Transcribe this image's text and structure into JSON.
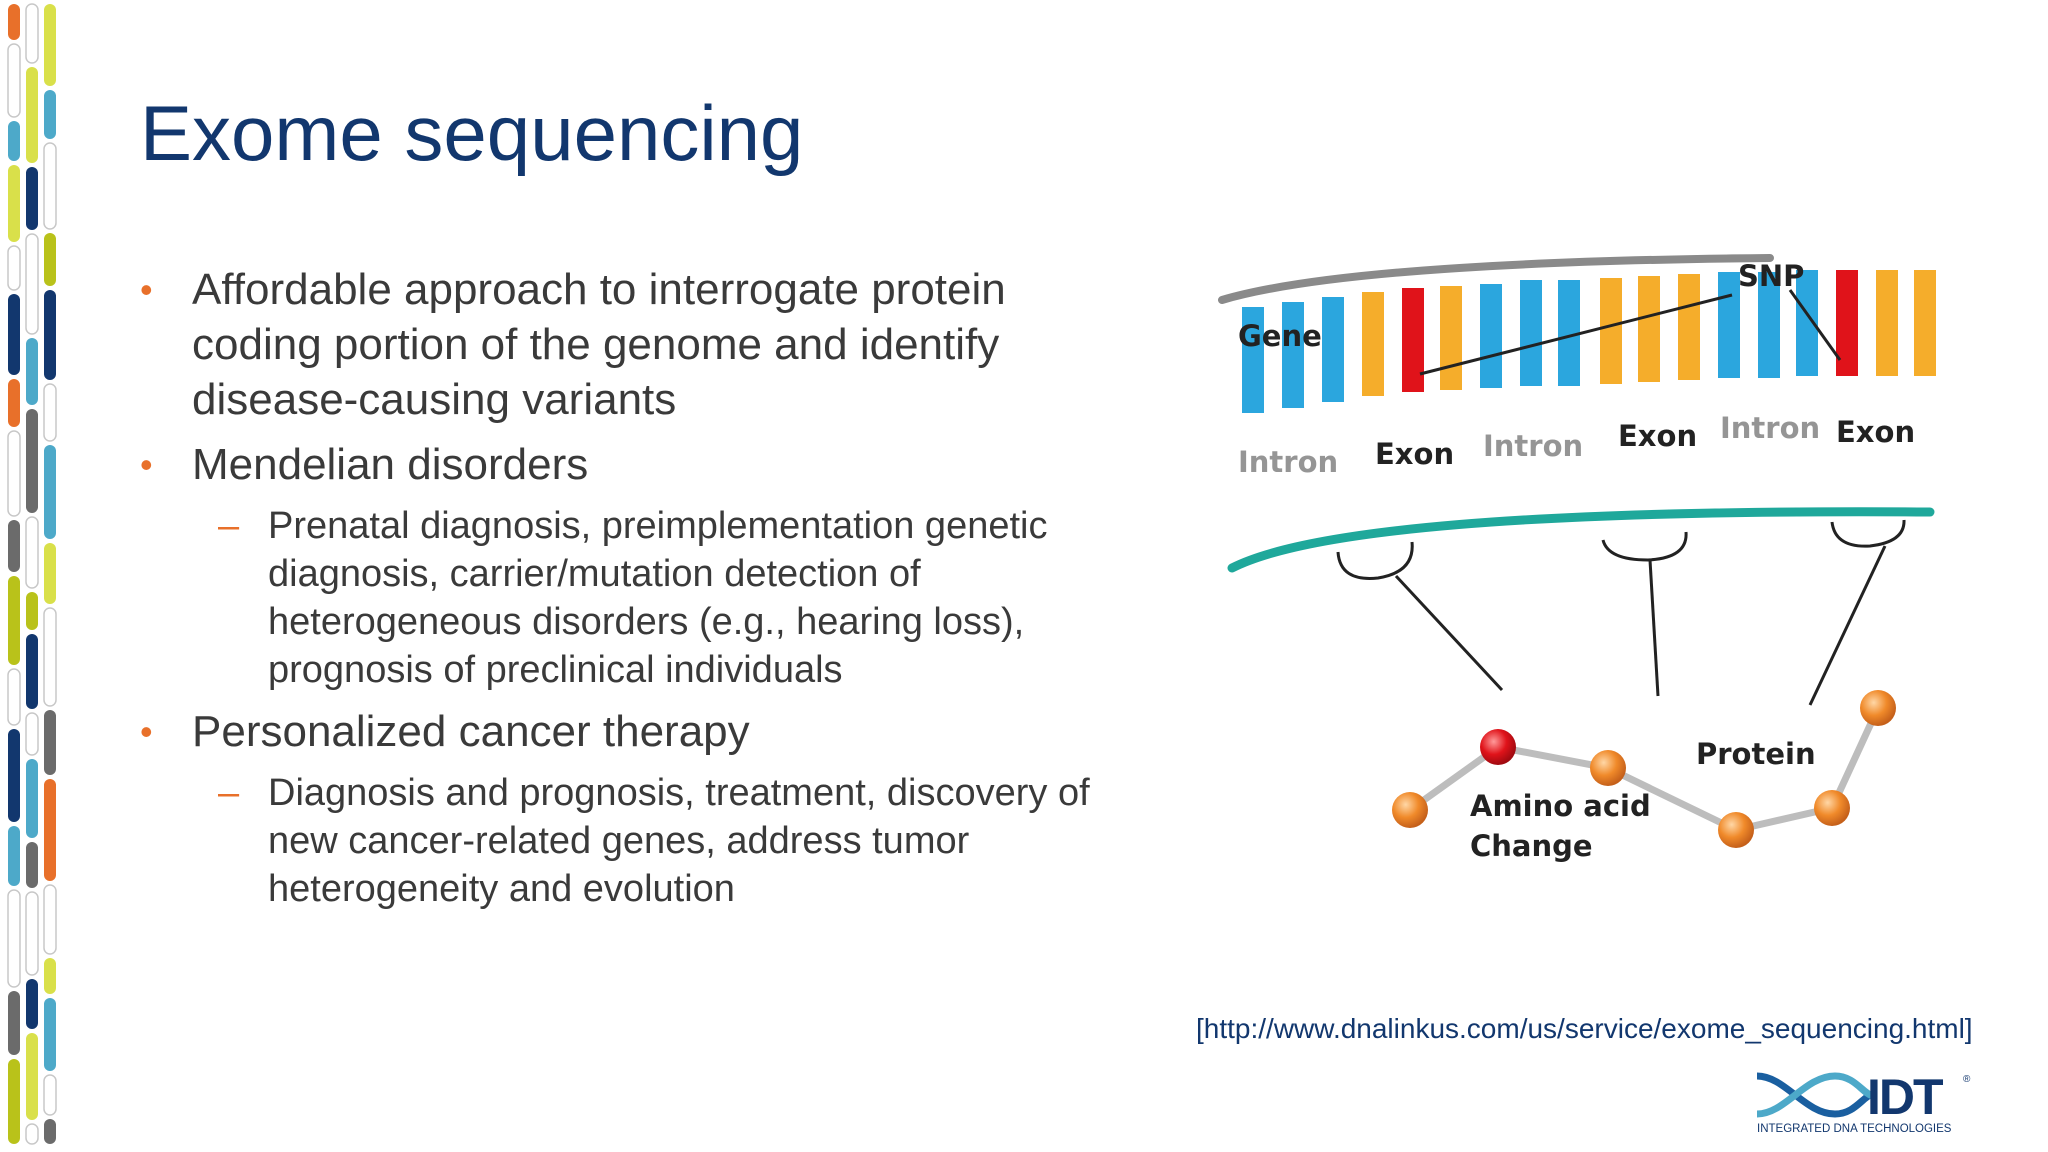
{
  "slide": {
    "title": "Exome sequencing",
    "bullets": [
      {
        "text": "Affordable approach to interrogate protein coding portion of the genome and identify disease-causing variants",
        "sub": []
      },
      {
        "text": "Mendelian disorders",
        "sub": [
          "Prenatal diagnosis, preimplementation genetic diagnosis, carrier/mutation detection of heterogeneous disorders (e.g., hearing loss), prognosis of preclinical individuals"
        ]
      },
      {
        "text": "Personalized cancer therapy",
        "sub": [
          "Diagnosis and prognosis, treatment, discovery of new cancer-related genes, address tumor heterogeneity and evolution"
        ]
      }
    ],
    "bullet_marker": "•",
    "sub_marker": "–",
    "citation": "[http://www.dnalinkus.com/us/service/exome_sequencing.html]"
  },
  "diagram": {
    "gene_label": "Gene",
    "snp_label": "SNP",
    "segments": [
      {
        "label": "Intron",
        "type": "intron"
      },
      {
        "label": "Exon",
        "type": "exon"
      },
      {
        "label": "Intron",
        "type": "intron"
      },
      {
        "label": "Exon",
        "type": "exon"
      },
      {
        "label": "Intron",
        "type": "intron"
      },
      {
        "label": "Exon",
        "type": "exon"
      }
    ],
    "protein_label": "Protein",
    "amino_acid_label_line1": "Amino acid",
    "amino_acid_label_line2": "Change",
    "colors": {
      "intron": "#2ba6de",
      "exon": "#f5ad2b",
      "snp": "#e0131a",
      "strand_top": "#8a8a8a",
      "strand_bottom": "#1fa89b",
      "bead": "#f08a2a",
      "bead_mutant": "#e0131a"
    }
  },
  "logo": {
    "name": "IDT",
    "tagline": "INTEGRATED DNA TECHNOLOGIES",
    "registered_mark": "®",
    "color": "#12376e"
  },
  "theme": {
    "title_color": "#12376e",
    "accent": "#e8702a",
    "stripe_colors": [
      "#e8702a",
      "#b9c21a",
      "#4da9c9",
      "#12376e",
      "#6b6b6b",
      "#d9e04a"
    ]
  }
}
